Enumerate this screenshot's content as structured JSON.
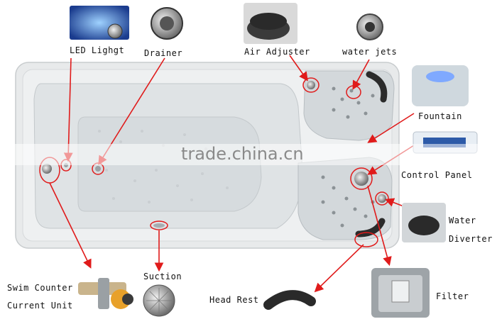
{
  "labels": {
    "led_light": "LED Lighgt",
    "drainer": "Drainer",
    "air_adjuster": "Air Adjuster",
    "water_jets": "water jets",
    "fountain": "Fountain",
    "control_panel": "Control Panel",
    "water_diverter_line1": "Water",
    "water_diverter_line2": "Diverter",
    "filter": "Filter",
    "head_rest": "Head Rest",
    "suction": "Suction",
    "swim_counter_line1": "Swim Counter",
    "swim_counter_line2": "Current Unit"
  },
  "watermark": "trade.china.cn",
  "colors": {
    "arrow": "#e01b1b",
    "tub_shell": "#e9ebec",
    "tub_inner": "#dfe3e5",
    "seat": "#d4d8da"
  }
}
